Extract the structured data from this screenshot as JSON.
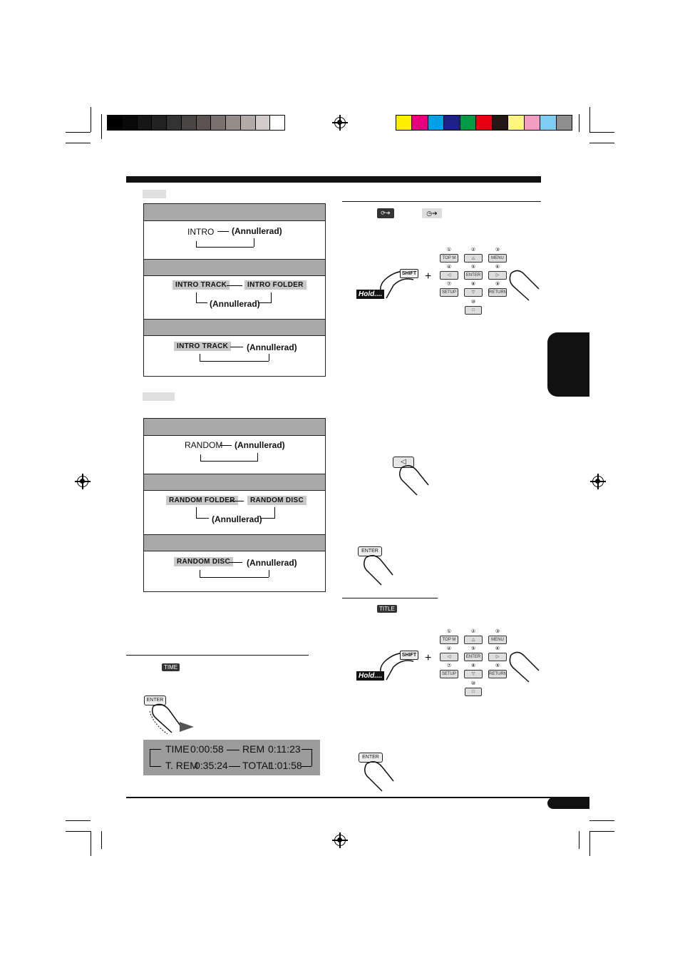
{
  "colors": {
    "gray_bar": [
      "#000000",
      "#0a0a0a",
      "#161616",
      "#222222",
      "#333333",
      "#4a4545",
      "#5c5252",
      "#7a706d",
      "#958d8a",
      "#b2aaa6",
      "#d2ccca",
      "#ffffff"
    ],
    "color_bar": [
      "#ffee00",
      "#e6007e",
      "#00a0e9",
      "#1d2088",
      "#009944",
      "#e60012",
      "#231815",
      "#fff67f",
      "#f19ec2",
      "#7ecef4",
      "#8e8e8e"
    ]
  },
  "intro_box": {
    "row1": {
      "item": "INTRO",
      "cancel": "(Annullerad)"
    },
    "row2": {
      "item_a": "INTRO TRACK",
      "item_b": "INTRO FOLDER",
      "cancel": "(Annullerad)"
    },
    "row3": {
      "item": "INTRO TRACK",
      "cancel": "(Annullerad)"
    }
  },
  "random_box": {
    "row1": {
      "item": "RANDOM",
      "cancel": "(Annullerad)"
    },
    "row2": {
      "item_a": "RANDOM FOLDER",
      "item_b": "RANDOM DISC",
      "cancel": "(Annullerad)"
    },
    "row3": {
      "item": "RANDOM DISC",
      "cancel": "(Annullerad)"
    }
  },
  "time_section": {
    "badge": "TIME",
    "enter_key": "ENTER",
    "display": {
      "time_label": "TIME",
      "time_value": "0:00:58",
      "rem_label": "REM",
      "rem_value": "0:11:23",
      "trem_label": "T. REM",
      "trem_value": "0:35:24",
      "total_label": "TOTAL",
      "total_value": "1:01:58"
    }
  },
  "remote": {
    "shift_key": "SHIFT",
    "hold_label": "Hold....",
    "plus": "+",
    "keys": [
      "TOP M",
      "△",
      "MENU",
      "◁",
      "ENTER",
      "▷",
      "SETUP",
      "▽",
      "RETURN",
      "□"
    ],
    "numbers": [
      "①",
      "②",
      "③",
      "④",
      "⑤",
      "⑥",
      "⑦",
      "⑧",
      "⑨",
      "⑩"
    ]
  },
  "title_section": {
    "badge": "TITLE"
  },
  "left_key": "◁",
  "enter_key_label": "ENTER"
}
